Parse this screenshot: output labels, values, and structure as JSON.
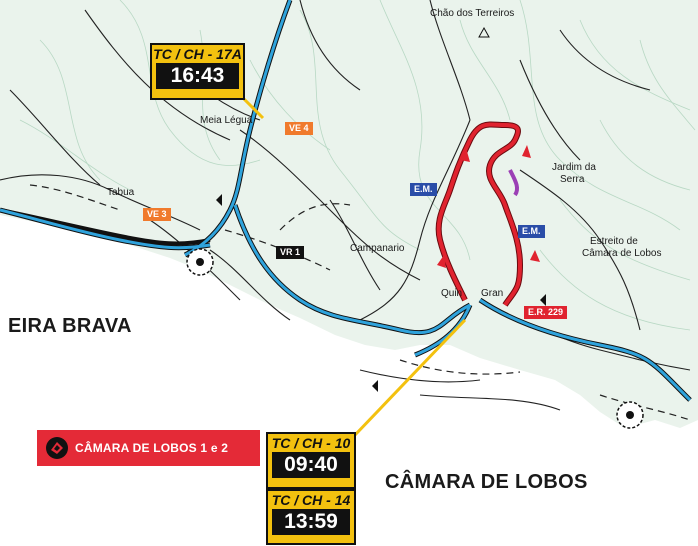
{
  "places": {
    "chao_dos_terreiros": "Chão dos Terreiros",
    "meia_legua": "Meia Légua",
    "tabua": "Tabua",
    "campanario": "Campanario",
    "jardim_da_serra_1": "Jardim da",
    "jardim_da_serra_2": "Serra",
    "estreito_1": "Estreito de",
    "estreito_2": "Câmara de Lobos",
    "quinta_grande_1": "Quin",
    "quinta_grande_2": "Gran",
    "eira_brava": "EIRA BRAVA",
    "camara_de_lobos": "CÂMARA DE LOBOS"
  },
  "road_tags": {
    "ve4": "VE 4",
    "ve3": "VE 3",
    "vr1": "VR 1",
    "em1": "E.M.",
    "em2": "E.M.",
    "er229": "E.R. 229"
  },
  "time_controls": [
    {
      "code": "TC / CH - 17A",
      "time": "16:43"
    },
    {
      "code": "TC / CH - 10",
      "time": "09:40"
    },
    {
      "code": "TC / CH - 14",
      "time": "13:59"
    }
  ],
  "stage": {
    "label": "CÂMARA DE LOBOS 1 e 2"
  },
  "colors": {
    "road_blue": "#2fa3dc",
    "stage_red": "#e0232f",
    "control_yellow": "#f3c10f",
    "terrain_line": "#b8d8c4"
  }
}
